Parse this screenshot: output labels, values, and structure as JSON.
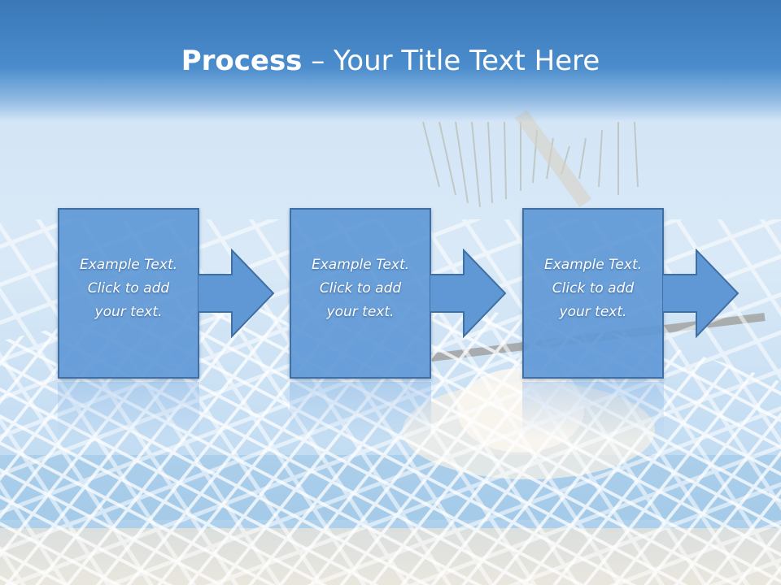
{
  "slide": {
    "title_bold": "Process",
    "title_rest": " – Your Title Text Here"
  },
  "steps": [
    {
      "line1": "Example Text.",
      "line2": "Click  to add",
      "line3": "your text."
    },
    {
      "line1": "Example Text.",
      "line2": "Click  to add",
      "line3": "your text."
    },
    {
      "line1": "Example Text.",
      "line2": "Click  to add",
      "line3": "your text."
    }
  ],
  "colors": {
    "title_band": "#3b78b8",
    "box_fill": "#6098d6",
    "box_border": "#3f6fa3",
    "text": "#ffffff"
  }
}
